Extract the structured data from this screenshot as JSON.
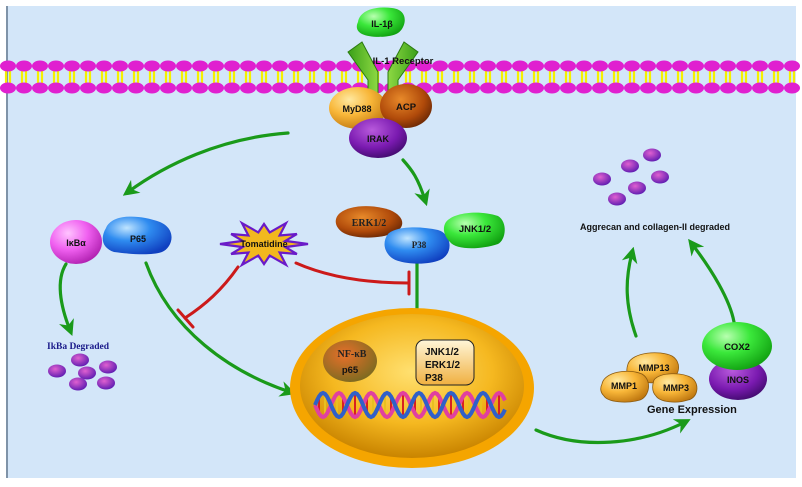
{
  "ligand": {
    "label": "IL-1β"
  },
  "receptor": {
    "label": "IL-1  Receptor"
  },
  "adaptors": {
    "myd88": "MyD88",
    "acp": "ACP",
    "irak": "IRAK"
  },
  "nfkb_complex": {
    "ikba": "IκBα",
    "p65": "P65"
  },
  "mapk_complex": {
    "erk": "ERK1/2",
    "p38": "P38",
    "jnk": "JNK1/2"
  },
  "inhibitor": {
    "label": "Tomatidine"
  },
  "ikba_degraded": {
    "label": "IkBa Degraded"
  },
  "nucleus": {
    "nfkb_box": {
      "line1": "NF-κB",
      "line2": "p65"
    },
    "mapk_box": {
      "line1": "JNK1/2",
      "line2": "ERK1/2",
      "line3": "P38"
    }
  },
  "gene_products": {
    "mmp13": "MMP13",
    "mmp1": "MMP1",
    "mmp3": "MMP3",
    "cox2": "COX2",
    "inos": "INOS"
  },
  "gene_expression": {
    "label": "Gene Expression"
  },
  "ecm_degraded": {
    "label": "Aggrecan and collagen-II degraded"
  },
  "colors": {
    "background": "#d3e6f9",
    "activation_arrow": "#1a9a1a",
    "inhibition_line": "#cc1a1a",
    "membrane_head": "#e020d0",
    "membrane_tail": "#f5f000",
    "nucleus": "#f5a500"
  }
}
